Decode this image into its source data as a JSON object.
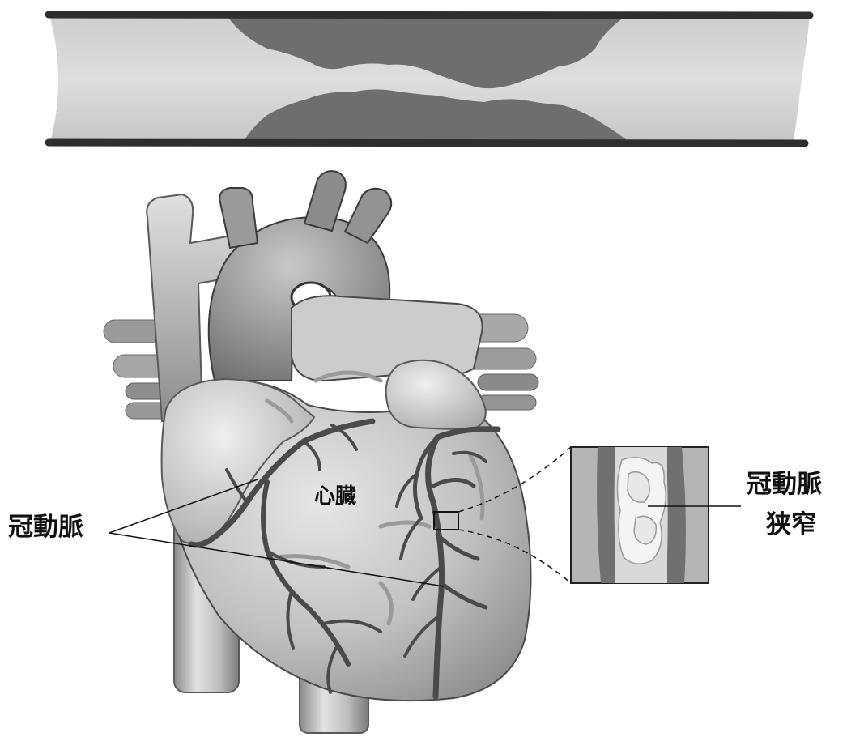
{
  "labels": {
    "heart": "心臓",
    "coronary_artery_left": "冠動脈",
    "coronary_artery_right": "冠動脈",
    "stenosis": "狭窄"
  },
  "colors": {
    "vessel_wall": "#2e2e2e",
    "lumen_light": "#d6d6d6",
    "plaque_dark": "#6f6f6f",
    "heart_base": "#b8b8b8",
    "artery_dark": "#4a4a4a",
    "text": "#111111"
  }
}
